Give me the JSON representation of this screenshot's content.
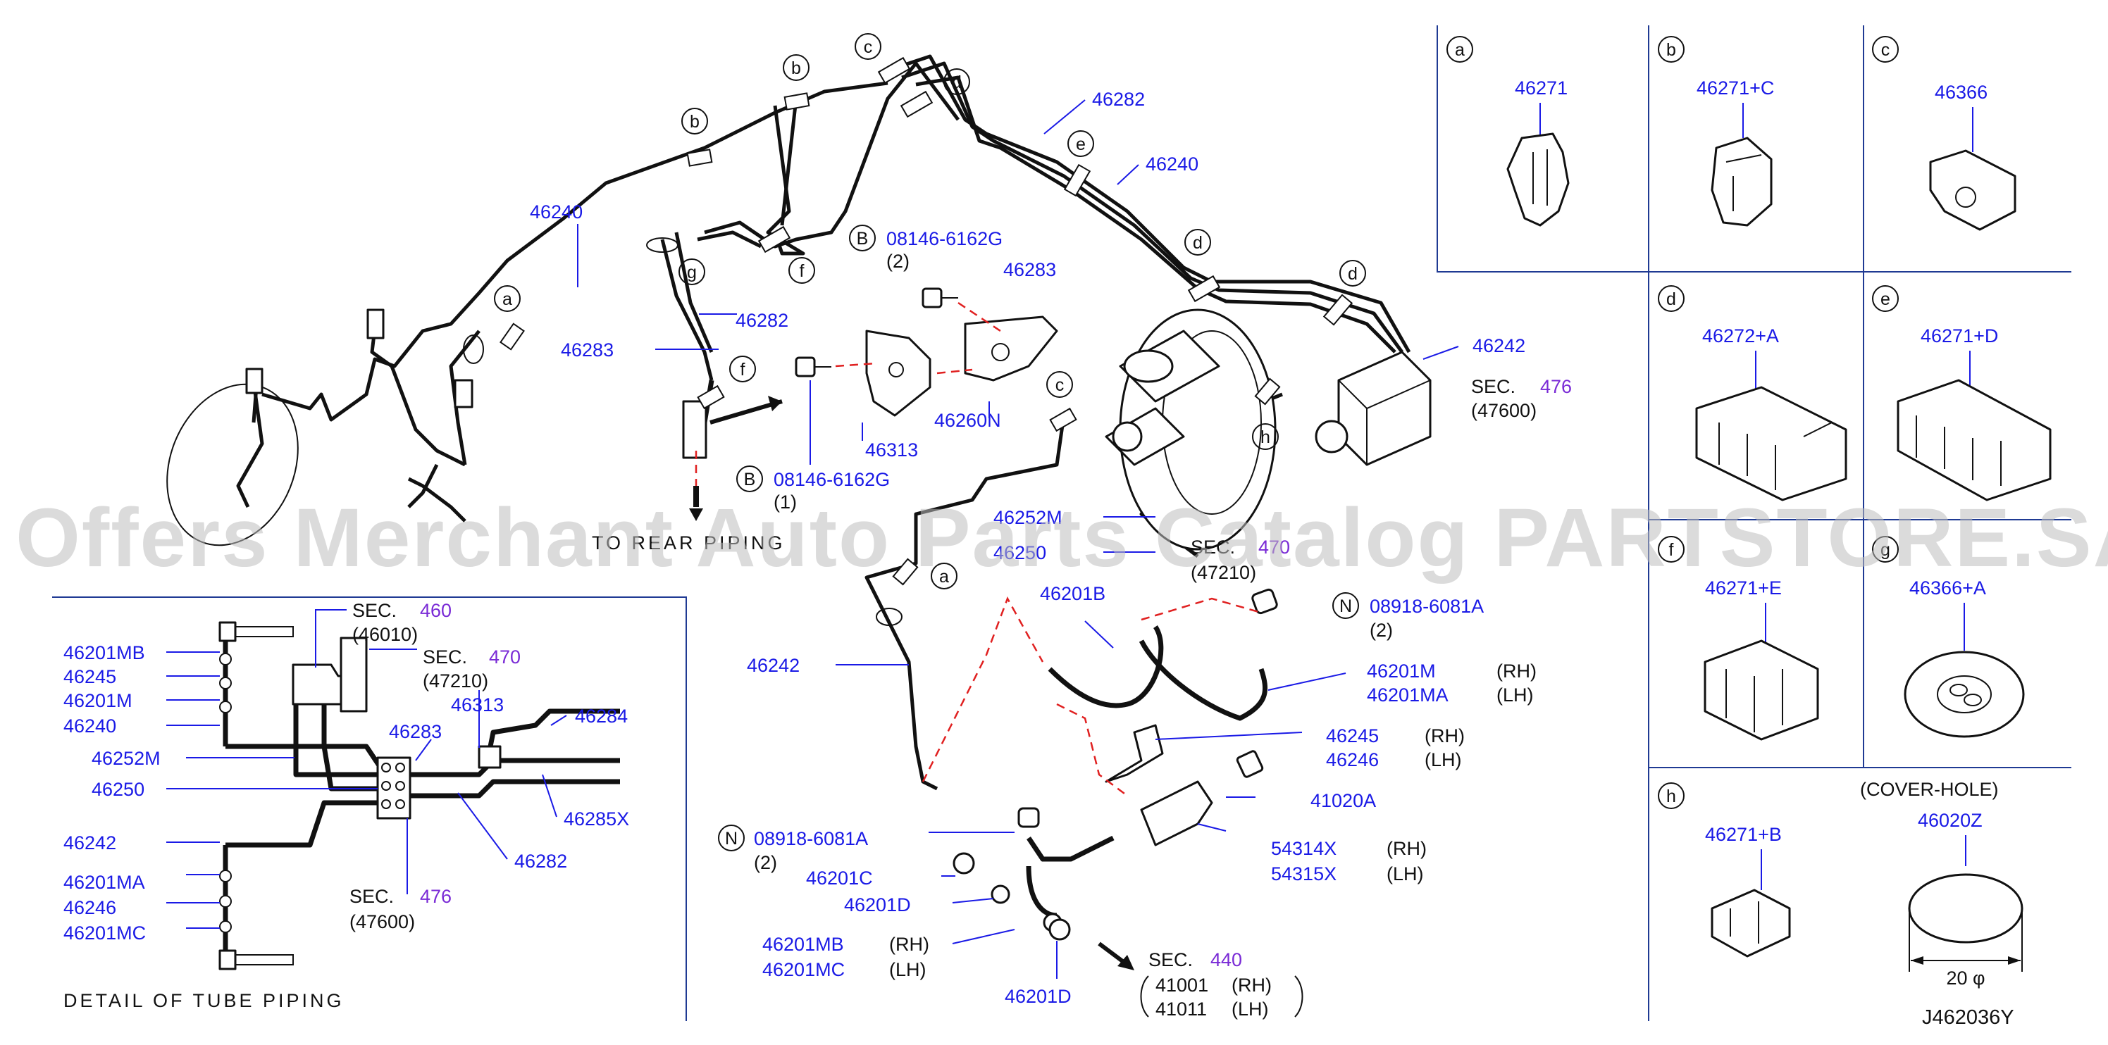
{
  "diagram": {
    "main_tubes": {
      "p46240_top": "46240",
      "p46282_top": "46282",
      "p46240_right": "46240",
      "p46283_mid": "46283",
      "p46282_left": "46282",
      "p46283_left": "46283",
      "p46242_right": "46242",
      "p46242_left": "46242",
      "sec476": {
        "prefix": "SEC.",
        "num": "476",
        "sub": "(47600)"
      },
      "to_rear_piping": "TO REAR PIPING"
    },
    "brackets": {
      "b_bolt_top": {
        "letter": "B",
        "part": "08146-6162G",
        "qty": "(2)"
      },
      "b_bolt_bottom": {
        "letter": "B",
        "part": "08146-6162G",
        "qty": "(1)"
      },
      "p46313": "46313",
      "p46260N": "46260N"
    },
    "booster": {
      "p46252M": "46252M",
      "p46250": "46250",
      "sec470": {
        "prefix": "SEC.",
        "num": "470",
        "sub": "(47210)"
      }
    },
    "front_hose": {
      "p46201B": "46201B",
      "n_nut_top": {
        "letter": "N",
        "part": "08918-6081A",
        "qty": "(2)"
      },
      "p46201M": "46201M",
      "p46201M_side": "(RH)",
      "p46201MA": "46201MA",
      "p46201MA_side": "(LH)",
      "p46245": "46245",
      "p46245_side": "(RH)",
      "p46246": "46246",
      "p46246_side": "(LH)",
      "p41020A": "41020A",
      "p54314X": "54314X",
      "p54314X_side": "(RH)",
      "p54315X": "54315X",
      "p54315X_side": "(LH)",
      "n_nut_bottom": {
        "letter": "N",
        "part": "08918-6081A",
        "qty": "(2)"
      },
      "p46201C": "46201C",
      "p46201D_a": "46201D",
      "p46201MB": "46201MB",
      "p46201MB_side": "(RH)",
      "p46201MC": "46201MC",
      "p46201MC_side": "(LH)",
      "p46201D_b": "46201D",
      "sec440": {
        "prefix": "SEC.",
        "num": "440",
        "l1": "41001",
        "l1s": "(RH)",
        "l2": "41011",
        "l2s": "(LH)"
      }
    },
    "detail": {
      "caption": "DETAIL OF TUBE PIPING",
      "left_labels": [
        "46201MB",
        "46245",
        "46201M",
        "46240",
        "46252M",
        "46250",
        "46242",
        "46201MA",
        "46246",
        "46201MC"
      ],
      "sec460": {
        "prefix": "SEC.",
        "num": "460",
        "sub": "(46010)"
      },
      "sec470": {
        "prefix": "SEC.",
        "num": "470",
        "sub": "(47210)"
      },
      "p46313": "46313",
      "p46283": "46283",
      "p46284": "46284",
      "p46285X": "46285X",
      "p46282": "46282",
      "sec476": {
        "prefix": "SEC.",
        "num": "476",
        "sub": "(47600)"
      }
    },
    "clips": [
      {
        "letter": "a",
        "part": "46271"
      },
      {
        "letter": "b",
        "part": "46271+C"
      },
      {
        "letter": "c",
        "part": "46366"
      },
      {
        "letter": "d",
        "part": "46272+A"
      },
      {
        "letter": "e",
        "part": "46271+D"
      },
      {
        "letter": "f",
        "part": "46271+E"
      },
      {
        "letter": "g",
        "part": "46366+A"
      },
      {
        "letter": "h",
        "part": "46271+B"
      },
      {
        "letter": "",
        "part": "46020Z",
        "note": "(COVER-HOLE)",
        "dim": "20 φ"
      }
    ],
    "clip_letters_main": [
      "a",
      "b",
      "b",
      "c",
      "c",
      "d",
      "d",
      "d",
      "e",
      "f",
      "f",
      "g",
      "h",
      "a"
    ],
    "diagram_id": "J462036Y",
    "watermark": "Offers Merchant Auto Parts Catalog PARTSTORE.SA"
  },
  "colors": {
    "part_number": "#1a1ae6",
    "section_number": "#7a2bd6",
    "dashed_line": "#e02020",
    "frame": "#1f3a93"
  }
}
